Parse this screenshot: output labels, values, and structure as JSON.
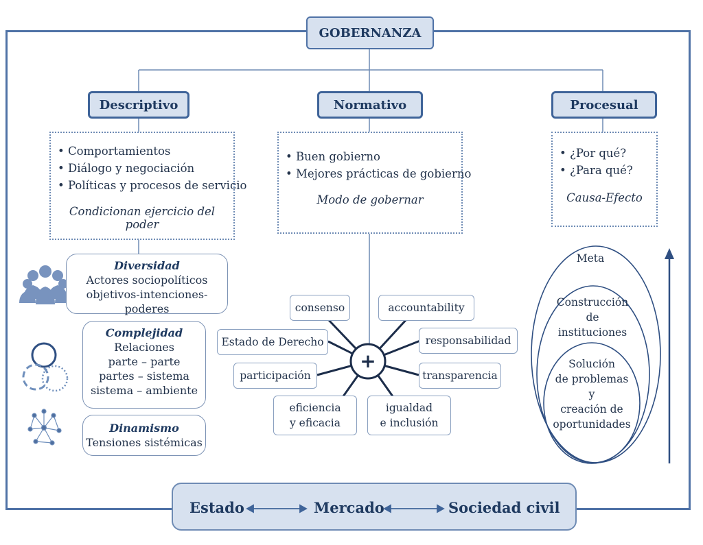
{
  "title": "GOBERNANZA",
  "categories": {
    "descriptivo": {
      "label": "Descriptivo",
      "bullets": [
        "• Comportamientos",
        "• Diálogo y negociación",
        "• Políticas y procesos de servicio"
      ],
      "note": "Condicionan ejercicio del poder"
    },
    "normativo": {
      "label": "Normativo",
      "bullets": [
        "• Buen gobierno",
        "• Mejores prácticas de gobierno"
      ],
      "note": "Modo de gobernar"
    },
    "procesual": {
      "label": "Procesual",
      "bullets": [
        "• ¿Por qué?",
        "• ¿Para qué?"
      ],
      "note": "Causa-Efecto"
    }
  },
  "features": {
    "diversidad": {
      "title": "Diversidad",
      "lines": [
        "Actores sociopolíticos",
        "objetivos-intenciones-poderes"
      ]
    },
    "complejidad": {
      "title": "Complejidad",
      "lines": [
        "Relaciones",
        "parte – parte",
        "partes – sistema",
        "sistema – ambiente"
      ]
    },
    "dinamismo": {
      "title": "Dinamismo",
      "lines": [
        "Tensiones sistémicas"
      ]
    }
  },
  "hub": {
    "symbol": "+"
  },
  "principles": {
    "consenso": "consenso",
    "accountability": "accountability",
    "estado_derecho": "Estado de Derecho",
    "responsabilidad": "responsabilidad",
    "participacion": "participación",
    "transparencia": "transparencia",
    "eficiencia": "eficiencia\ny eficacia",
    "igualdad": "igualdad\ne inclusión"
  },
  "levels": {
    "meta": "Meta",
    "construccion": "Construcción\nde\ninstituciones",
    "solucion": "Solución\nde problemas\ny\ncreación de\noportunidades"
  },
  "bottom": {
    "estado": "Estado",
    "mercado": "Mercado",
    "sociedad": "Sociedad civil"
  },
  "colors": {
    "accent": "#4f72a6",
    "fill": "#d7e1ef",
    "dark": "#1f3a60",
    "icon": "#6f8fbc"
  }
}
